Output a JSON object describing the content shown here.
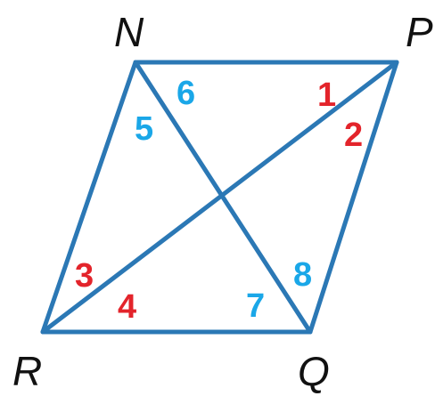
{
  "colors": {
    "line": "#2b78b5",
    "red_labels": "#e3242b",
    "blue_labels": "#1aa7e8",
    "text": "#111111"
  },
  "vertices": {
    "N": "N",
    "P": "P",
    "Q": "Q",
    "R": "R"
  },
  "angles": {
    "a1": "1",
    "a2": "2",
    "a3": "3",
    "a4": "4",
    "a5": "5",
    "a6": "6",
    "a7": "7",
    "a8": "8"
  }
}
